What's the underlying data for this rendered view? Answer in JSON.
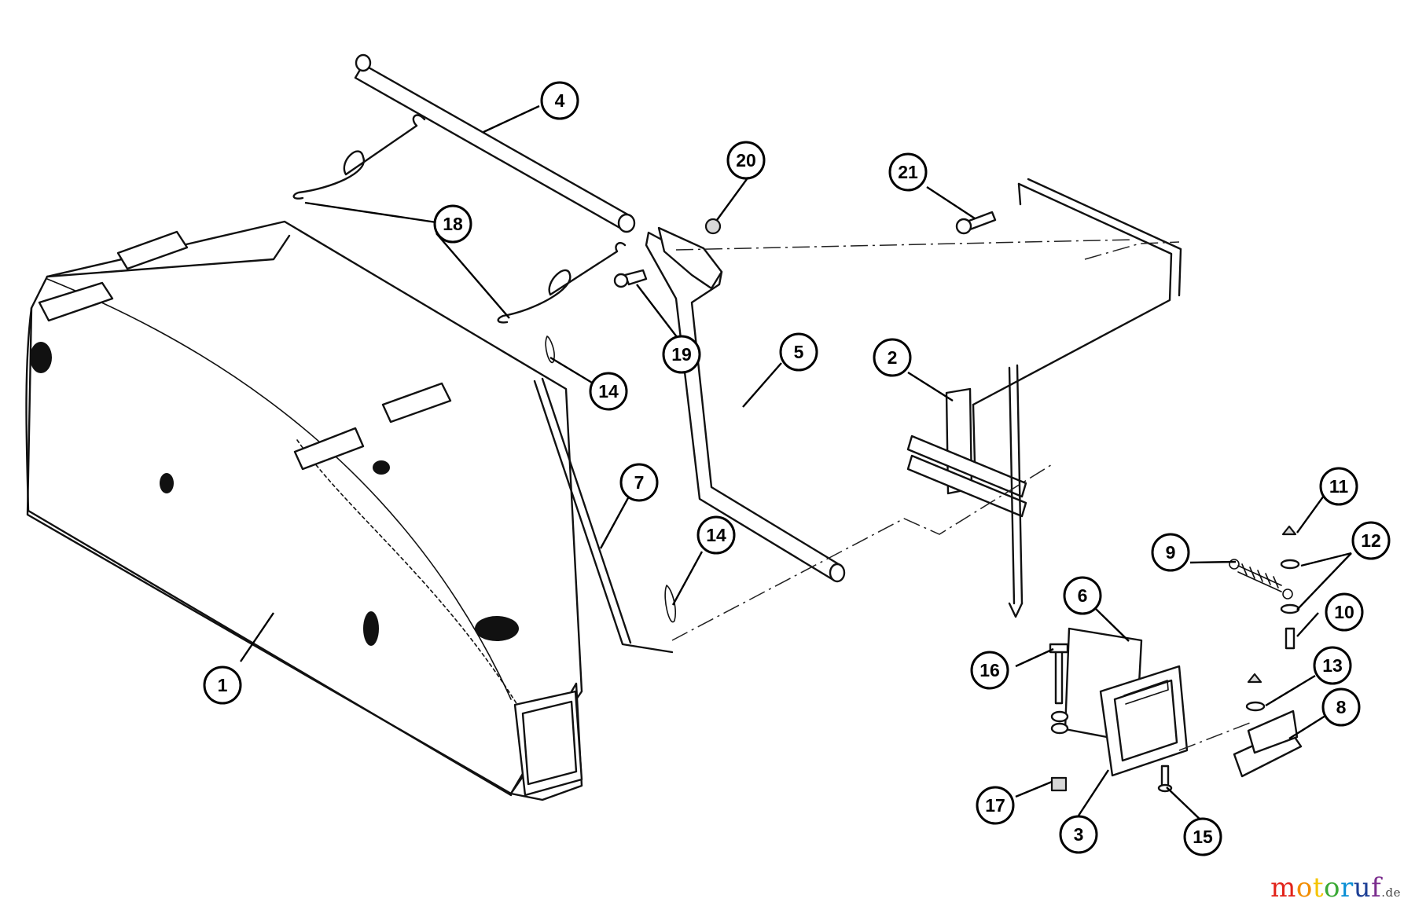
{
  "callouts": [
    {
      "id": "c1",
      "label": "1"
    },
    {
      "id": "c2",
      "label": "2"
    },
    {
      "id": "c3",
      "label": "3"
    },
    {
      "id": "c4",
      "label": "4"
    },
    {
      "id": "c5",
      "label": "5"
    },
    {
      "id": "c6",
      "label": "6"
    },
    {
      "id": "c7",
      "label": "7"
    },
    {
      "id": "c8",
      "label": "8"
    },
    {
      "id": "c9",
      "label": "9"
    },
    {
      "id": "c10",
      "label": "10"
    },
    {
      "id": "c11",
      "label": "11"
    },
    {
      "id": "c12",
      "label": "12"
    },
    {
      "id": "c13",
      "label": "13"
    },
    {
      "id": "c14a",
      "label": "14"
    },
    {
      "id": "c14b",
      "label": "14"
    },
    {
      "id": "c15",
      "label": "15"
    },
    {
      "id": "c16",
      "label": "16"
    },
    {
      "id": "c17",
      "label": "17"
    },
    {
      "id": "c18",
      "label": "18"
    },
    {
      "id": "c19",
      "label": "19"
    },
    {
      "id": "c20",
      "label": "20"
    },
    {
      "id": "c21",
      "label": "21"
    }
  ],
  "watermark": {
    "letters": [
      {
        "ch": "m",
        "color": "#e2231a"
      },
      {
        "ch": "o",
        "color": "#f28c00"
      },
      {
        "ch": "t",
        "color": "#f5c400"
      },
      {
        "ch": "o",
        "color": "#3aa935"
      },
      {
        "ch": "r",
        "color": "#0a8fd5"
      },
      {
        "ch": "u",
        "color": "#1d3f95"
      },
      {
        "ch": "f",
        "color": "#7b2d8e"
      }
    ],
    "tld": ".de"
  }
}
